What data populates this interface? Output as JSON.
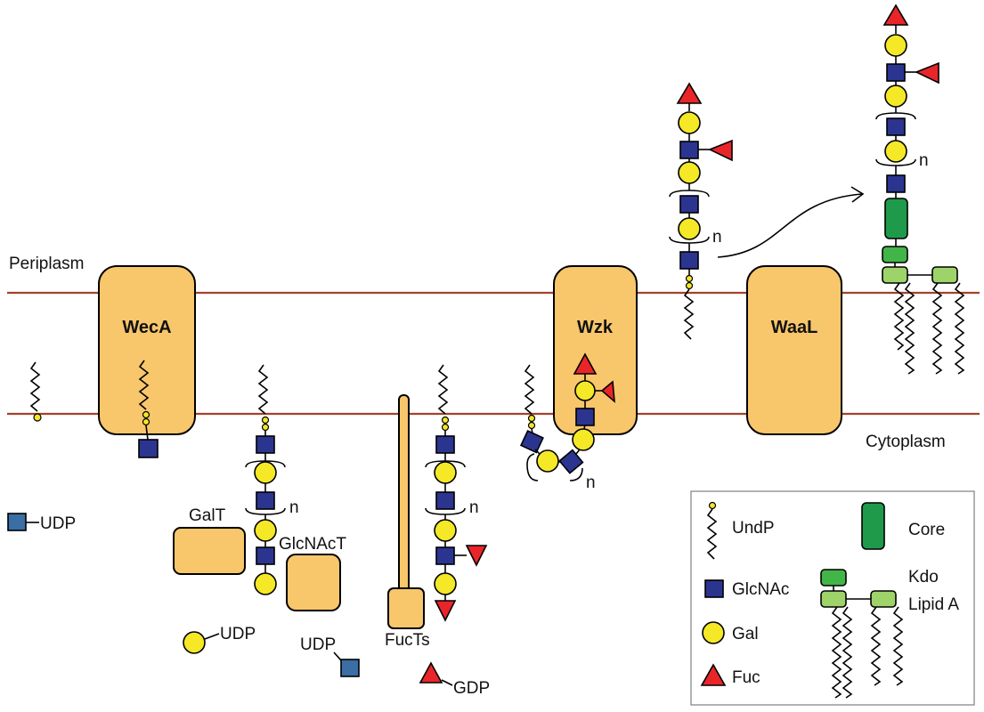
{
  "compartments": {
    "periplasm": "Periplasm",
    "cytoplasm": "Cytoplasm"
  },
  "enzymes": {
    "weca": "WecA",
    "wzk": "Wzk",
    "waal": "WaaL",
    "galt": "GalT",
    "glcnact": "GlcNAcT",
    "fucts": "FucTs"
  },
  "donors": {
    "udp_glcnac": "UDP",
    "udp_gal": "UDP",
    "udp_glcnac2": "UDP",
    "gdp_fuc": "GDP"
  },
  "repeat_marker": "n",
  "legend": {
    "undp": "UndP",
    "glcnac": "GlcNAc",
    "gal": "Gal",
    "fuc": "Fuc",
    "core": "Core",
    "kdo": "Kdo",
    "lipid_a": "Lipid A"
  },
  "colors": {
    "glcnac": "#2b3590",
    "gal": "#f4e827",
    "fuc": "#e8262a",
    "enzyme": "#f8c66b",
    "membrane": "#a4412a",
    "core": "#1f9a4a",
    "kdo": "#42b549",
    "lipid_a": "#9ed36a"
  }
}
